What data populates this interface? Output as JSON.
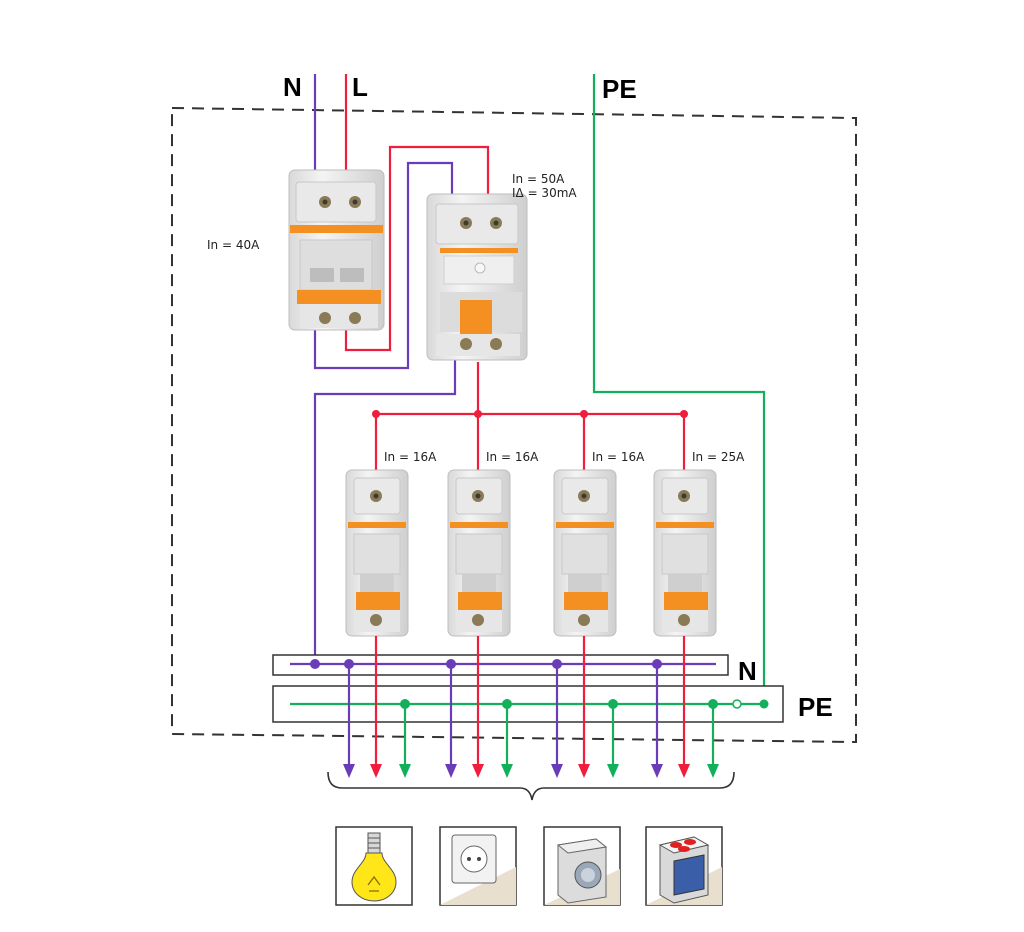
{
  "terminals": {
    "neutral": "N",
    "line": "L",
    "protective_earth": "PE"
  },
  "main_breaker": {
    "rating": "In = 40A"
  },
  "rcd": {
    "rating_current": "In = 50A",
    "rating_residual": "IΔ = 30mA"
  },
  "branch_breakers": [
    {
      "rating": "In = 16A",
      "load": "light-bulb-icon"
    },
    {
      "rating": "In = 16A",
      "load": "wall-socket-icon"
    },
    {
      "rating": "In = 16A",
      "load": "washing-machine-icon"
    },
    {
      "rating": "In = 25A",
      "load": "electric-stove-icon"
    }
  ],
  "busbars": {
    "neutral_label": "N",
    "earth_label": "PE"
  },
  "colors": {
    "neutral": "#6a3cb8",
    "line": "#ee1e3c",
    "earth": "#12b05a",
    "enclosure": "#333333",
    "breaker_handle": "#f39021"
  }
}
